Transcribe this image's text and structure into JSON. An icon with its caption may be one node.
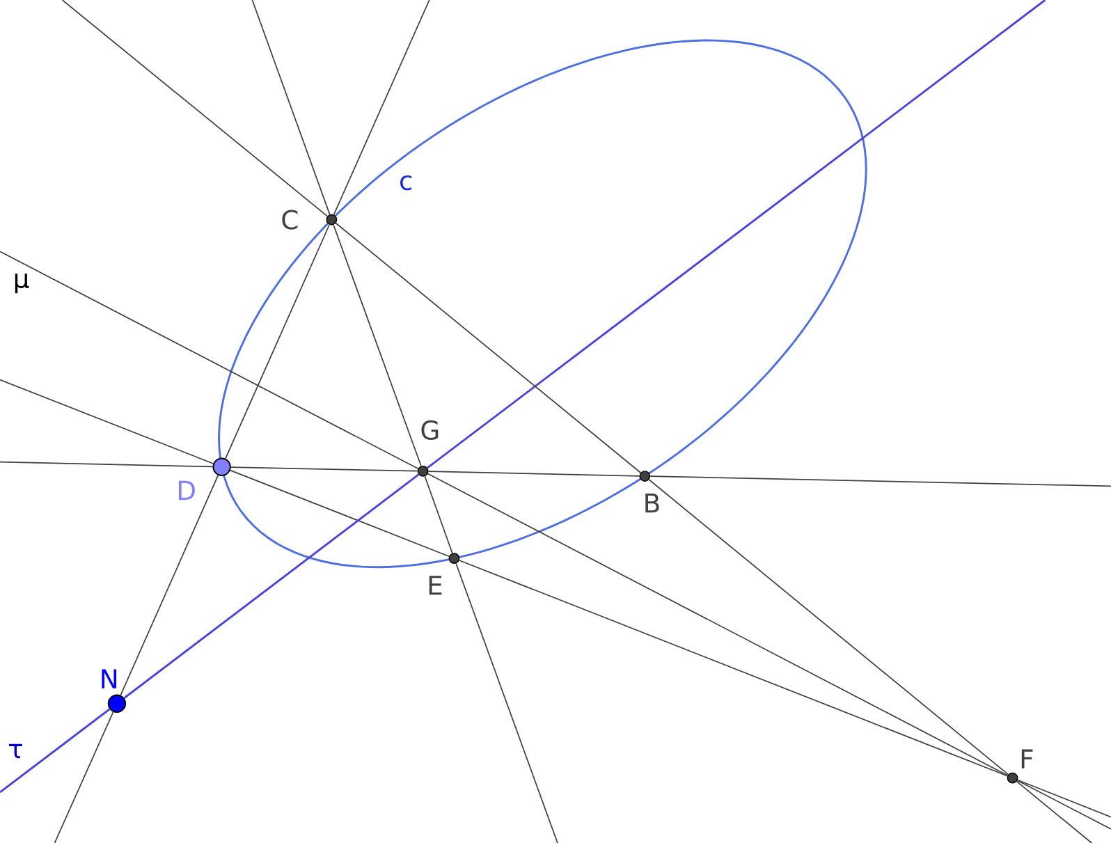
{
  "diagram": {
    "nodes": [
      {
        "text": [],
        "shape": "circle",
        "beside": [
          "C"
        ]
      },
      {
        "text": [],
        "shape": "circle",
        "beside": [
          "D"
        ]
      },
      {
        "text": [],
        "shape": "circle",
        "beside": [
          "G"
        ]
      },
      {
        "text": [],
        "shape": "circle",
        "beside": [
          "B"
        ]
      },
      {
        "text": [],
        "shape": "circle",
        "beside": [
          "E"
        ]
      },
      {
        "text": [],
        "shape": "circle",
        "beside": [
          "F"
        ]
      },
      {
        "text": [],
        "shape": "circle",
        "beside": [
          "N"
        ]
      }
    ],
    "edges": [
      {
        "from": 0,
        "to": 3,
        "arrow": "none"
      },
      {
        "from": 3,
        "to": 5,
        "arrow": "none"
      },
      {
        "from": 0,
        "to": 1,
        "arrow": "none"
      },
      {
        "from": 1,
        "to": 6,
        "arrow": "none"
      },
      {
        "from": 0,
        "to": 2,
        "arrow": "none"
      },
      {
        "from": 2,
        "to": 4,
        "arrow": "none"
      },
      {
        "from": 1,
        "to": 2,
        "arrow": "none"
      },
      {
        "from": 2,
        "to": 3,
        "arrow": "none"
      },
      {
        "from": 1,
        "to": 4,
        "arrow": "none"
      },
      {
        "from": 4,
        "to": 5,
        "arrow": "none"
      },
      {
        "from": 2,
        "to": 5,
        "arrow": "none"
      },
      {
        "from": 6,
        "to": 2,
        "arrow": "none",
        "color": "#4b45d9"
      }
    ],
    "labels": [
      "c",
      "μ",
      "τ"
    ]
  }
}
